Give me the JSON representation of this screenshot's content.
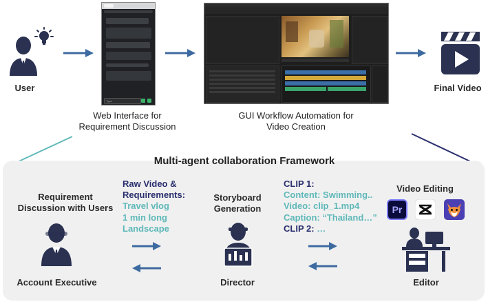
{
  "top": {
    "user_label": "User",
    "web_caption": [
      "Web Interface for",
      "Requirement Discussion"
    ],
    "gui_caption": [
      "GUI Workflow Automation for",
      "Video Creation"
    ],
    "final_label": "Final Video",
    "web_chat_input": "Type"
  },
  "framework": {
    "title": "Multi-agent collaboration Framework",
    "req_heading": [
      "Requirement",
      "Discussion with Users"
    ],
    "account_exec": "Account Executive",
    "raw_heading": [
      "Raw Video &",
      "Requirements:"
    ],
    "raw_items": [
      "Travel vlog",
      "1 min long",
      "Landscape"
    ],
    "storyboard_heading": [
      "Storyboard",
      "Generation"
    ],
    "director": "Director",
    "clip1_heading": "CLIP 1:",
    "clip1_items": [
      "Content: Swimming..",
      "Video: clip_1.mp4",
      "Caption: “Thailand…”"
    ],
    "clip2_heading": "CLIP 2:",
    "clip2_tail": "…",
    "video_editing": "Video Editing",
    "editor": "Editor",
    "premiere_icon_text": "Pr"
  },
  "colors": {
    "navy": "#2a2f6e",
    "teal": "#5fb8b9",
    "arrow_blue": "#3d6aa0",
    "panel": "#f0f0f0"
  }
}
